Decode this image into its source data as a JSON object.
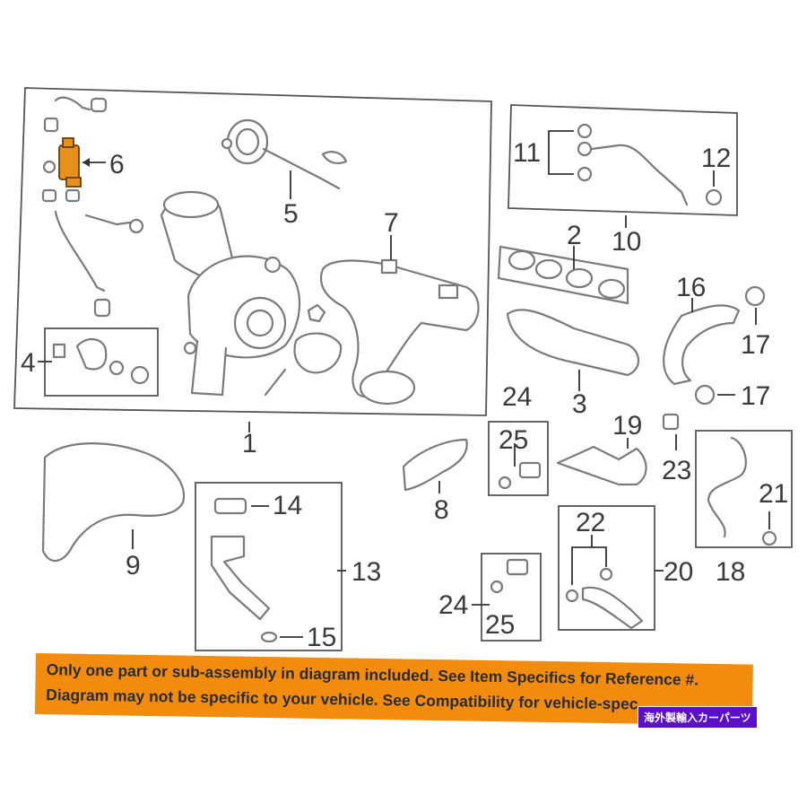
{
  "callouts": {
    "c1": "1",
    "c2": "2",
    "c3": "3",
    "c4": "4",
    "c5": "5",
    "c6": "6",
    "c7": "7",
    "c8": "8",
    "c9": "9",
    "c10": "10",
    "c11": "11",
    "c12": "12",
    "c13": "13",
    "c14": "14",
    "c15": "15",
    "c16": "16",
    "c17a": "17",
    "c17b": "17",
    "c18": "18",
    "c19": "19",
    "c20": "20",
    "c21": "21",
    "c22": "22",
    "c23": "23",
    "c24a": "24",
    "c24b": "24",
    "c25a": "25",
    "c25b": "25"
  },
  "banner": {
    "line1": "Only one part or sub-assembly in diagram included. See Item Specifics for Reference #.",
    "line2": "Diagram may not be specific to your vehicle. See Compatibility for vehicle-spec"
  },
  "watermark": "海外製輸入カーパーツ",
  "colors": {
    "highlight": "#e8901e",
    "banner": "#f28c0f",
    "watermark_bg": "#5a0fc8"
  }
}
